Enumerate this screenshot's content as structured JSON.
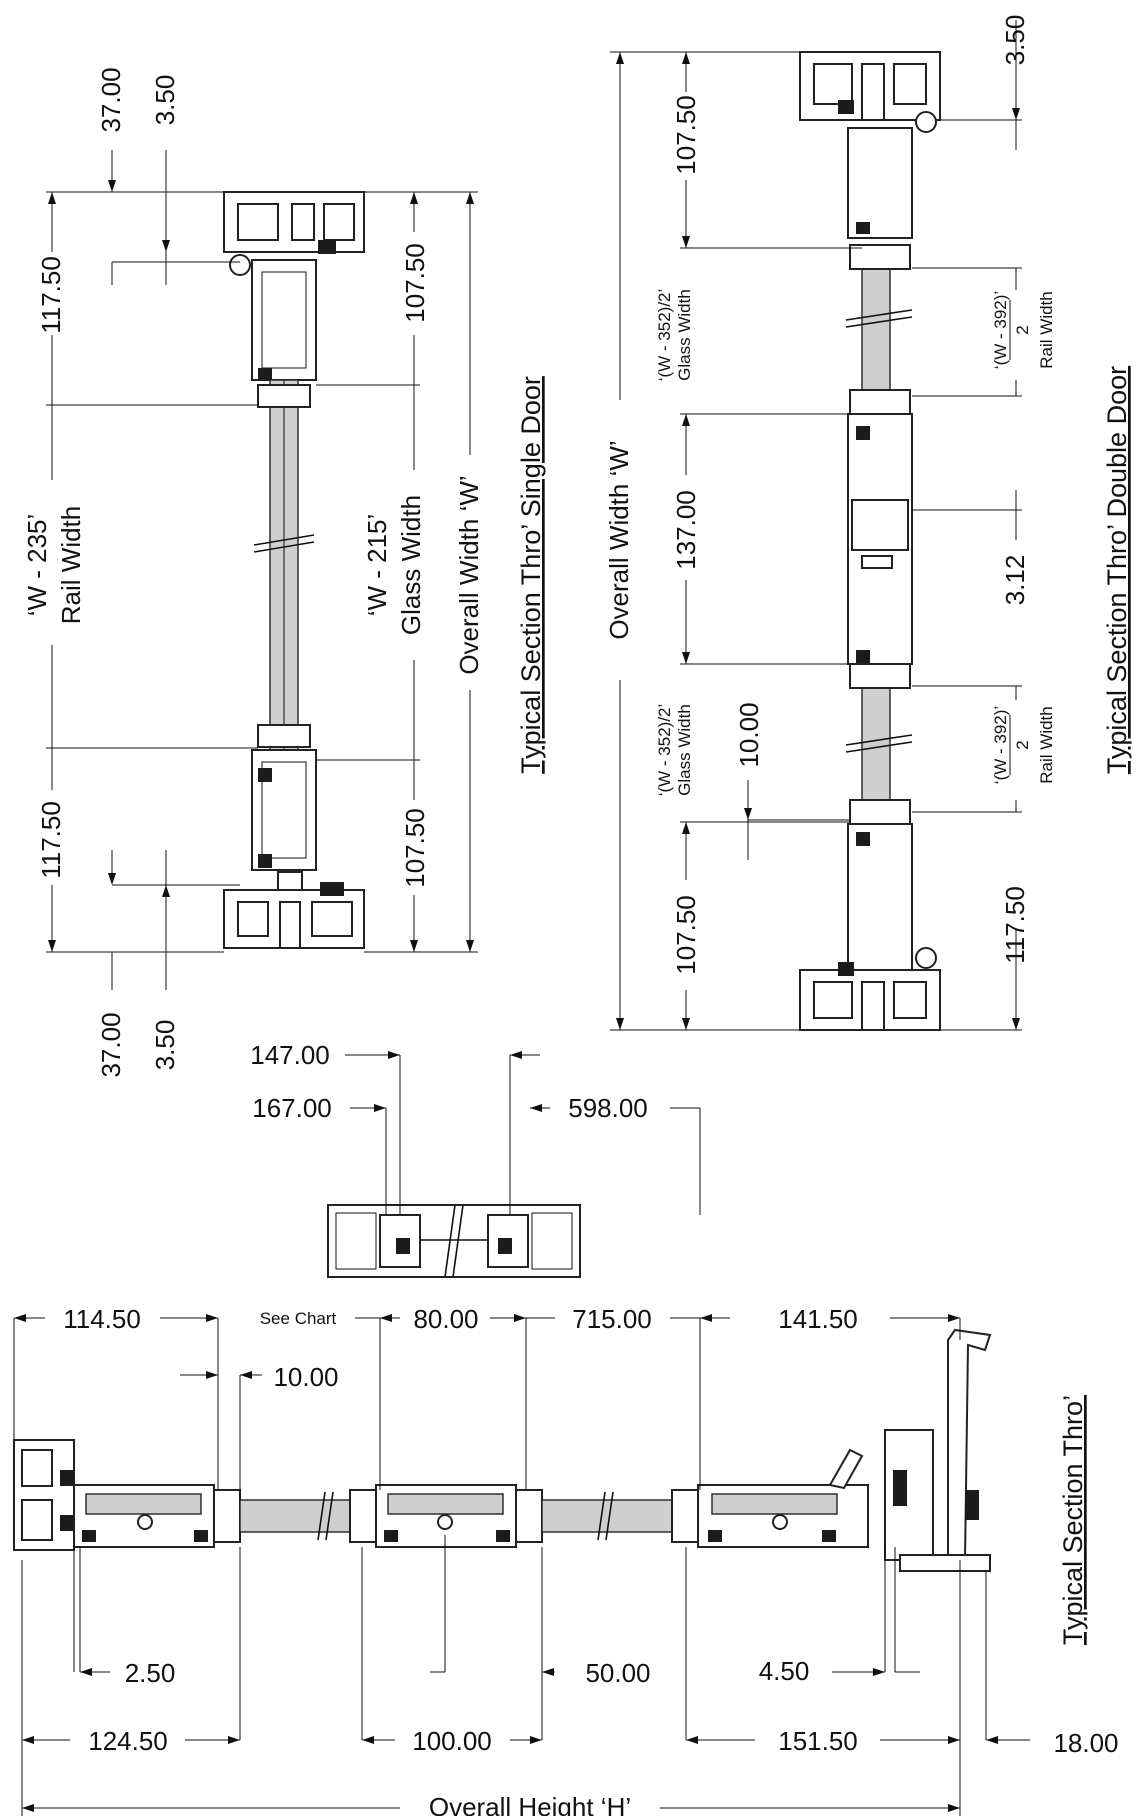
{
  "single_door": {
    "title": "Typical Section Thro’ Single Door",
    "dim_top_outer": "37.00",
    "dim_top_inner": "3.50",
    "dim_bottom_outer": "37.00",
    "dim_bottom_inner": "3.50",
    "rail_top": "117.50",
    "rail_bottom": "117.50",
    "glass_top": "107.50",
    "glass_bottom": "107.50",
    "rail_width_formula": "‘W - 235’",
    "rail_width_label": "Rail Width",
    "glass_width_formula": "‘W - 215’",
    "glass_width_label": "Glass Width",
    "overall_width": "Overall Width ‘W’"
  },
  "double_door": {
    "title": "Typical Section Thro’ Double Door",
    "dim_top_right": "3.50",
    "dim_top_left": "107.50",
    "glass_formula_upper": "‘(W - 352)/2’",
    "glass_label_upper": "Glass Width",
    "glass_formula_lower": "‘(W - 352)/2’",
    "glass_label_lower": "Glass Width",
    "rail_formula_num": "‘(W - 392)’",
    "rail_formula_den": "2",
    "rail_label": "Rail Width",
    "center_dim": "137.00",
    "gap_dim": "3.12",
    "offset_dim": "10.00",
    "bottom_left": "107.50",
    "bottom_right": "117.50",
    "overall_width": "Overall Width ‘W’"
  },
  "mullion_detail": {
    "dim_a": "147.00",
    "dim_b": "167.00",
    "dim_c": "598.00"
  },
  "horizontal": {
    "title": "Typical Section Thro’",
    "top_1": "114.50",
    "top_2": "See Chart",
    "top_3": "80.00",
    "top_4": "715.00",
    "top_5": "141.50",
    "top_6": "10.00",
    "bot_1": "2.50",
    "bot_2": "50.00",
    "bot_3": "4.50",
    "bot_4": "124.50",
    "bot_5": "100.00",
    "bot_6": "151.50",
    "bot_7": "18.00",
    "overall_height": "Overall Height ‘H’"
  }
}
